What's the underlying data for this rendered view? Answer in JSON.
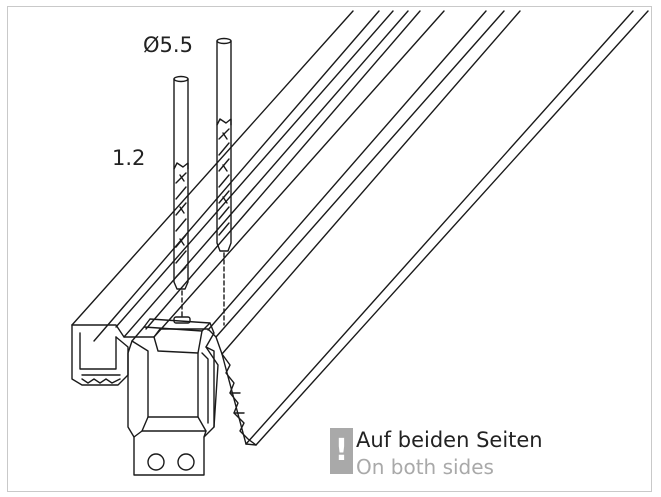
{
  "labels": {
    "diameter": "Ø5.5",
    "depth": "1.2"
  },
  "note": {
    "icon": "exclamation-icon",
    "mark": "!",
    "primary": "Auf beiden Seiten",
    "secondary": "On both sides"
  },
  "colors": {
    "line": "#1a1a1a",
    "note_icon": "#a9a9a9",
    "note_secondary": "#a9a9a9",
    "border": "#c9c9c9"
  }
}
